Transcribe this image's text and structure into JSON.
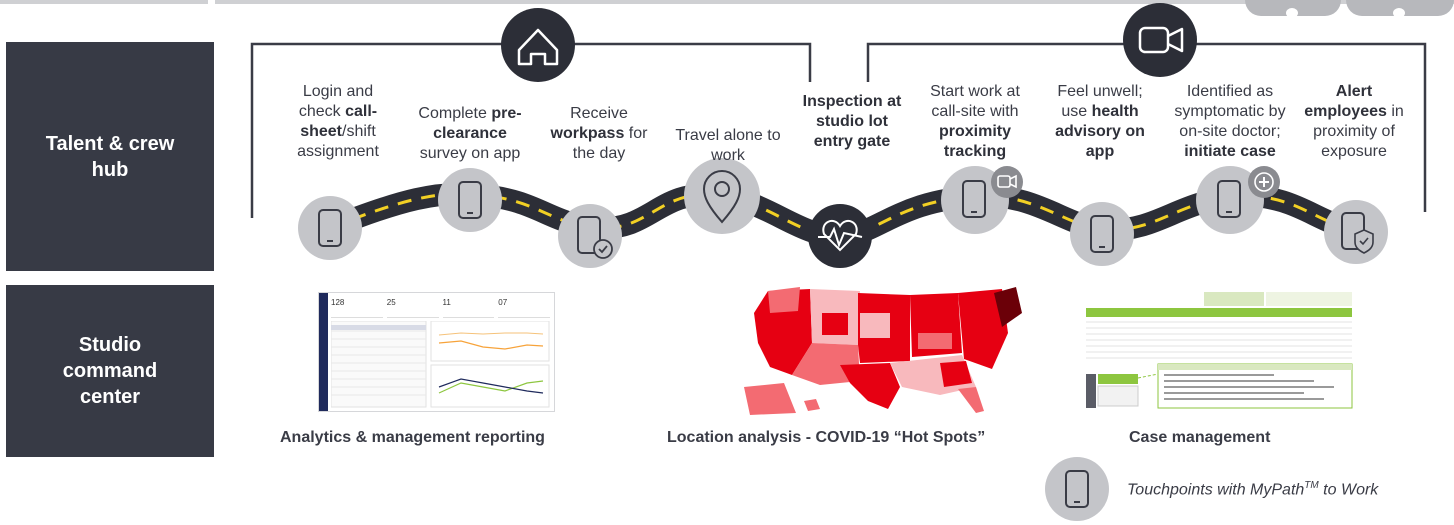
{
  "rows": {
    "talent": {
      "line1": "Talent & crew",
      "line2": "hub"
    },
    "studio": {
      "line1": "Studio",
      "line2": "command",
      "line3": "center"
    }
  },
  "steps": [
    {
      "pre": "Login and check ",
      "bold": "call-sheet",
      "post": "/shift assignment",
      "icon": "phone-icon"
    },
    {
      "pre": "Complete ",
      "bold": "pre-clearance",
      "post": " survey on app",
      "icon": "phone-icon"
    },
    {
      "pre": "Receive ",
      "bold": "workpass",
      "post": " for the day",
      "icon": "phone-check-icon"
    },
    {
      "pre": "Travel alone to work",
      "bold": "",
      "post": "",
      "icon": "location-pin-icon"
    },
    {
      "pre": "",
      "bold": "Inspection at studio lot entry gate",
      "post": "",
      "icon": "heartbeat-icon"
    },
    {
      "pre": "Start work at call-site with ",
      "bold": "proximity tracking",
      "post": "",
      "icon": "phone-icon"
    },
    {
      "pre": "Feel unwell; use ",
      "bold": "health advisory on app",
      "post": "",
      "icon": "phone-icon"
    },
    {
      "pre": "Identified as symptomatic by on-site doctor; ",
      "bold": "initiate case",
      "post": "",
      "icon": "phone-medical-icon"
    },
    {
      "pre": "",
      "bold": "Alert employees",
      "post": " in proximity of exposure",
      "icon": "phone-shield-icon"
    }
  ],
  "top_icons": [
    "home-icon",
    "video-camera-icon"
  ],
  "captions": {
    "analytics": "Analytics & management reporting",
    "location": "Location analysis - COVID-19 “Hot Spots”",
    "case": "Case management"
  },
  "legend": {
    "text": "Touchpoints with MyPath",
    "sup": "TM",
    "suffix": " to Work",
    "icon": "phone-icon"
  },
  "dashboard": {
    "kpis": [
      "128",
      "25",
      "11",
      "07"
    ],
    "brand_color": "#1f2a5c"
  },
  "case_table": {
    "header_color": "#8dc63f",
    "banner_color": "#d9e8c0"
  },
  "map_colors": {
    "hot": "#e60012",
    "warm": "#f36b72",
    "cool": "#f8b9bd",
    "dark": "#6b0008"
  }
}
